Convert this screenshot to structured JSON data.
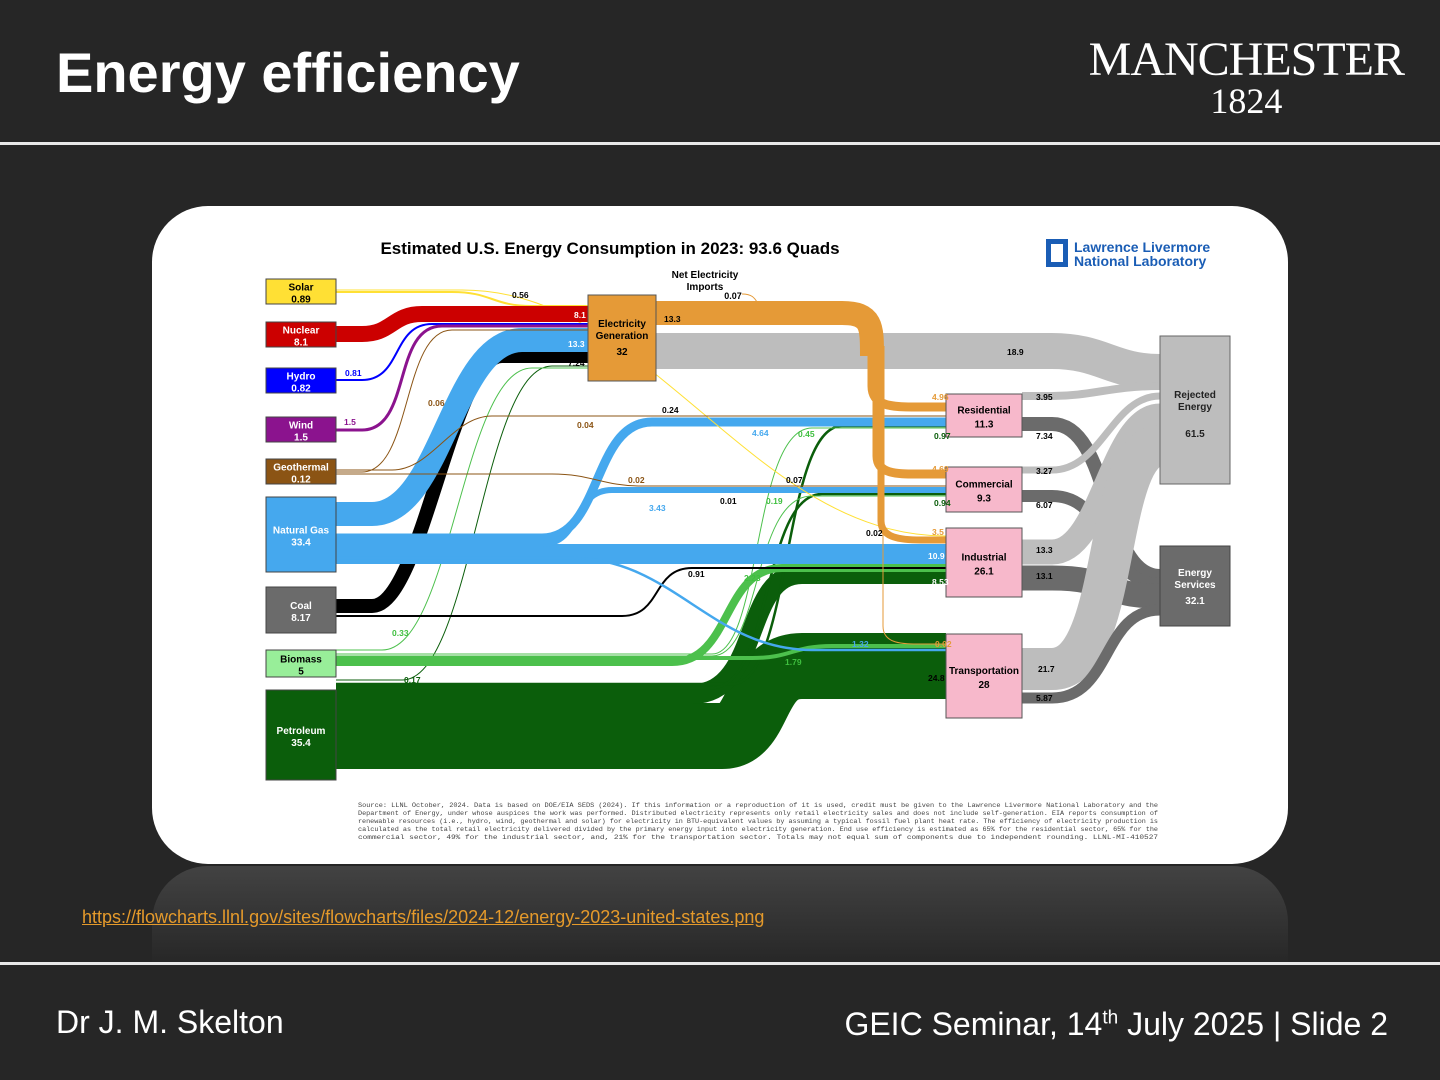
{
  "slide": {
    "title": "Energy efficiency"
  },
  "logo": {
    "name": "MANCHESTER",
    "year": "1824"
  },
  "diagram": {
    "title": "Estimated U.S. Energy Consumption in 2023: 93.6 Quads",
    "lab": {
      "line1": "Lawrence Livermore",
      "line2": "National Laboratory"
    },
    "net_imports": {
      "line1": "Net Electricity",
      "line2": "Imports",
      "value": "0.07"
    },
    "sources": [
      {
        "name": "Solar",
        "value": "0.89",
        "color": "#ffe034",
        "text": "#000000"
      },
      {
        "name": "Nuclear",
        "value": "8.1",
        "color": "#cc0000",
        "text": "#ffffff"
      },
      {
        "name": "Hydro",
        "value": "0.82",
        "color": "#0000ff",
        "text": "#ffffff"
      },
      {
        "name": "Wind",
        "value": "1.5",
        "color": "#8b138e",
        "text": "#ffffff"
      },
      {
        "name": "Geothermal",
        "value": "0.12",
        "color": "#8b5414",
        "text": "#ffffff"
      },
      {
        "name": "Natural Gas",
        "value": "33.4",
        "color": "#45a8ee",
        "text": "#ffffff"
      },
      {
        "name": "Coal",
        "value": "8.17",
        "color": "#6b6b6b",
        "text": "#ffffff"
      },
      {
        "name": "Biomass",
        "value": "5",
        "color": "#98ee99",
        "text": "#000000"
      },
      {
        "name": "Petroleum",
        "value": "35.4",
        "color": "#0b5e0b",
        "text": "#ffffff"
      }
    ],
    "electricity": {
      "line1": "Electricity",
      "line2": "Generation",
      "value": "32",
      "color": "#e59a37"
    },
    "sectors": [
      {
        "name": "Residential",
        "value": "11.3",
        "color": "#f7b8cb"
      },
      {
        "name": "Commercial",
        "value": "9.3",
        "color": "#f7b8cb"
      },
      {
        "name": "Industrial",
        "value": "26.1",
        "color": "#f7b8cb"
      },
      {
        "name": "Transportation",
        "value": "28",
        "color": "#f7b8cb"
      }
    ],
    "rejected": {
      "line1": "Rejected",
      "line2": "Energy",
      "value": "61.5",
      "color": "#bdbdbd"
    },
    "services": {
      "line1": "Energy",
      "line2": "Services",
      "value": "32.1",
      "color": "#6b6b6b"
    },
    "flow_labels": [
      {
        "text": "0.56",
        "color": "#000000"
      },
      {
        "text": "8.1",
        "color": "#ffffff"
      },
      {
        "text": "13.3",
        "color": "#ffffff"
      },
      {
        "text": "7.24",
        "color": "#000000"
      },
      {
        "text": "0.81",
        "color": "#0000ff"
      },
      {
        "text": "1.5",
        "color": "#8b138e"
      },
      {
        "text": "0.06",
        "color": "#8b5414"
      },
      {
        "text": "0.04",
        "color": "#8b5414"
      },
      {
        "text": "0.02",
        "color": "#8b5414"
      },
      {
        "text": "0.24",
        "color": "#000000"
      },
      {
        "text": "4.64",
        "color": "#45a8ee"
      },
      {
        "text": "0.45",
        "color": "#3fbf3f"
      },
      {
        "text": "3.43",
        "color": "#45a8ee"
      },
      {
        "text": "0.01",
        "color": "#000000"
      },
      {
        "text": "0.19",
        "color": "#3fbf3f"
      },
      {
        "text": "0.07",
        "color": "#000000"
      },
      {
        "text": "0.02",
        "color": "#000000"
      },
      {
        "text": "0.91",
        "color": "#000000"
      },
      {
        "text": "2.23",
        "color": "#3fbf3f"
      },
      {
        "text": "0.33",
        "color": "#3fbf3f"
      },
      {
        "text": "0.17",
        "color": "#0b5e0b"
      },
      {
        "text": "1.32",
        "color": "#45a8ee"
      },
      {
        "text": "1.79",
        "color": "#3fbf3f"
      },
      {
        "text": "13.3",
        "color": "#000000"
      },
      {
        "text": "18.9",
        "color": "#000000"
      },
      {
        "text": "4.96",
        "color": "#e59a37"
      },
      {
        "text": "0.97",
        "color": "#0b5e0b"
      },
      {
        "text": "4.69",
        "color": "#e59a37"
      },
      {
        "text": "0.94",
        "color": "#0b5e0b"
      },
      {
        "text": "3.5",
        "color": "#e59a37"
      },
      {
        "text": "10.9",
        "color": "#ffffff"
      },
      {
        "text": "8.53",
        "color": "#ffffff"
      },
      {
        "text": "0.02",
        "color": "#e59a37"
      },
      {
        "text": "24.8",
        "color": "#000000"
      },
      {
        "text": "3.95",
        "color": "#000000"
      },
      {
        "text": "7.34",
        "color": "#000000"
      },
      {
        "text": "3.27",
        "color": "#000000"
      },
      {
        "text": "6.07",
        "color": "#000000"
      },
      {
        "text": "13.3",
        "color": "#000000"
      },
      {
        "text": "13.1",
        "color": "#000000"
      },
      {
        "text": "21.7",
        "color": "#000000"
      },
      {
        "text": "5.87",
        "color": "#000000"
      }
    ],
    "source_note": [
      "Source: LLNL October, 2024. Data is based on DOE/EIA SEDS (2024). If this information or a reproduction of it is used, credit must be given to the Lawrence Livermore National Laboratory and the",
      "Department of Energy, under whose auspices the work was performed. Distributed electricity represents only retail electricity sales and does not include self-generation. EIA reports consumption of",
      "renewable resources (i.e., hydro, wind, geothermal and solar) for electricity in BTU-equivalent values by assuming a typical fossil fuel plant heat rate. The efficiency of electricity production is",
      "calculated as the total retail electricity delivered divided by the primary energy input into electricity generation. End use efficiency is estimated as 65% for the residential sector, 65% for the",
      "commercial sector, 49% for the industrial sector, and, 21% for the transportation sector. Totals may not equal sum of components due to independent rounding. LLNL-MI-410527"
    ]
  },
  "link": {
    "url": "https://flowcharts.llnl.gov/sites/flowcharts/files/2024-12/energy-2023-united-states.png"
  },
  "footer": {
    "author": "Dr J. M. Skelton",
    "event": "GEIC Seminar, 14",
    "ordinal": "th",
    "date_slide": " July 2025 | Slide 2"
  }
}
